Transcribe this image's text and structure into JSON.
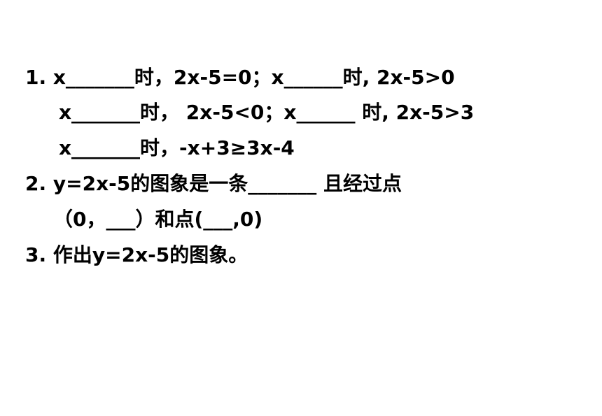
{
  "lines": [
    "1.  x_______时，2x-5=0；x______时, 2x-5>0",
    "x_______时， 2x-5<0；x______ 时, 2x-5>3",
    "x_______时，-x+3≥3x-4",
    "2. y=2x-5的图象是一条_______ 且经过点",
    "（0，___）和点(___,0)",
    "3. 作出y=2x-5的图象。"
  ]
}
